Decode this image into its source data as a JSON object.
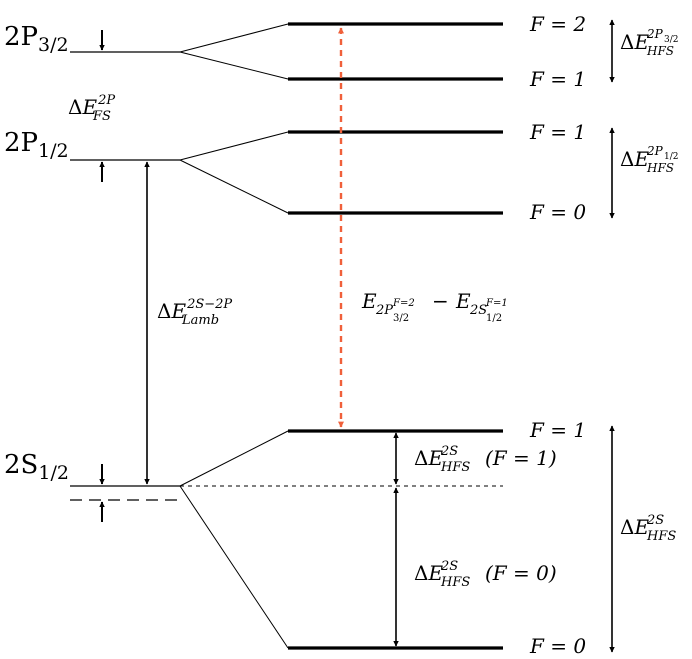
{
  "states": {
    "p32": {
      "base": "2P",
      "sub": "3/2"
    },
    "p12": {
      "base": "2P",
      "sub": "1/2"
    },
    "s12": {
      "base": "2S",
      "sub": "1/2"
    }
  },
  "fs": {
    "delta": "Δ",
    "E": "E",
    "sup": "2P",
    "sub": "FS"
  },
  "lamb": {
    "delta": "Δ",
    "E": "E",
    "sup": "2S−2P",
    "sub": "Lamb"
  },
  "transition": {
    "E1": "E",
    "s1a": "2P",
    "sup1": "F=2",
    "sub1": "3/2",
    "minus": "−",
    "E2": "E",
    "s2a": "2S",
    "sup2": "F=1",
    "sub2": "1/2"
  },
  "levels": {
    "p32_f2": "F = 2",
    "p32_f1": "F = 1",
    "p12_f1": "F = 1",
    "p12_f0": "F = 0",
    "s_f1": "F = 1",
    "s_f0": "F = 0"
  },
  "hfs_p32": {
    "delta": "Δ",
    "E": "E",
    "sup": "2P",
    "supsub": "3/2",
    "sub": "HFS"
  },
  "hfs_p12": {
    "delta": "Δ",
    "E": "E",
    "sup": "2P",
    "supsub": "1/2",
    "sub": "HFS"
  },
  "hfs_s_f1": {
    "delta": "Δ",
    "E": "E",
    "sup": "2S",
    "sub": "HFS",
    "tail": "(F = 1)"
  },
  "hfs_s_f0": {
    "delta": "Δ",
    "E": "E",
    "sup": "2S",
    "sub": "HFS",
    "tail": "(F = 0)"
  },
  "hfs_s": {
    "delta": "Δ",
    "E": "E",
    "sup": "2S",
    "sub": "HFS"
  },
  "colors": {
    "line": "#000000",
    "transition": "#f0603a"
  }
}
